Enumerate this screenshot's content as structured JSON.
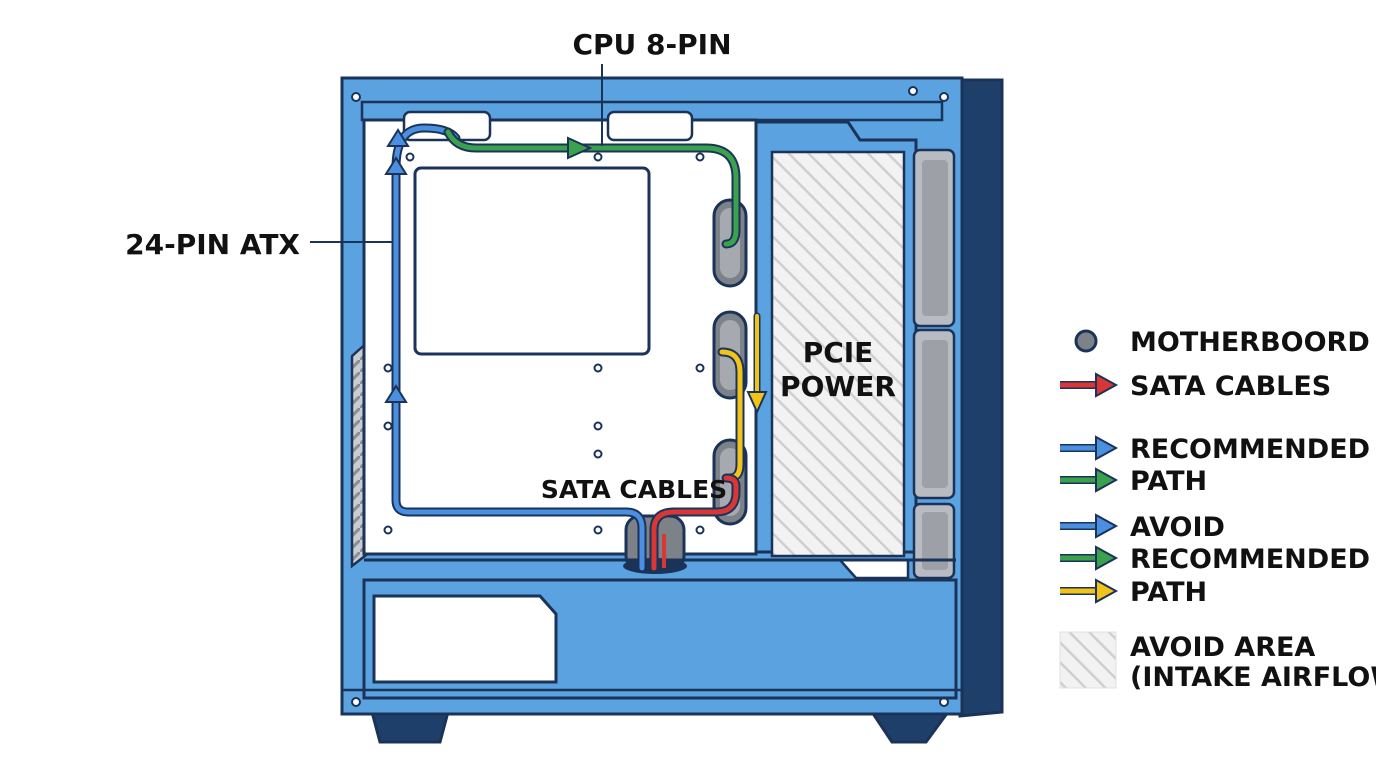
{
  "labels": {
    "cpu": "CPU 8-PIN",
    "atx": "24-PIN ATX",
    "pcie_line1": "PCIE",
    "pcie_line2": "POWER",
    "sata": "SATA CABLES"
  },
  "legend": {
    "tray": "MOTHERBOORD TRAY",
    "sata": "SATA CABLES",
    "group1": [
      "RECOMMENDED",
      "PATH"
    ],
    "group2": [
      "AVOID",
      "RECOMMENDED",
      "PATH"
    ],
    "avoid_area": [
      "AVOID AREA",
      "(INTAKE AIRFLOW)"
    ]
  },
  "colors": {
    "case_blue": "#5aa3e0",
    "outline_navy": "#1b3358",
    "side_panel": "#1f3f6b",
    "cable_blue": "#4a8fe0",
    "cable_green": "#3aa24c",
    "cable_yellow": "#f2c318",
    "cable_red": "#d93636",
    "grommet_gray": "#7d8188",
    "avoid_hatch": "#d8d8d8"
  },
  "icons": {
    "tray": "circle-icon",
    "cable": "arrow-icon",
    "avoid": "hatched-square-icon"
  }
}
